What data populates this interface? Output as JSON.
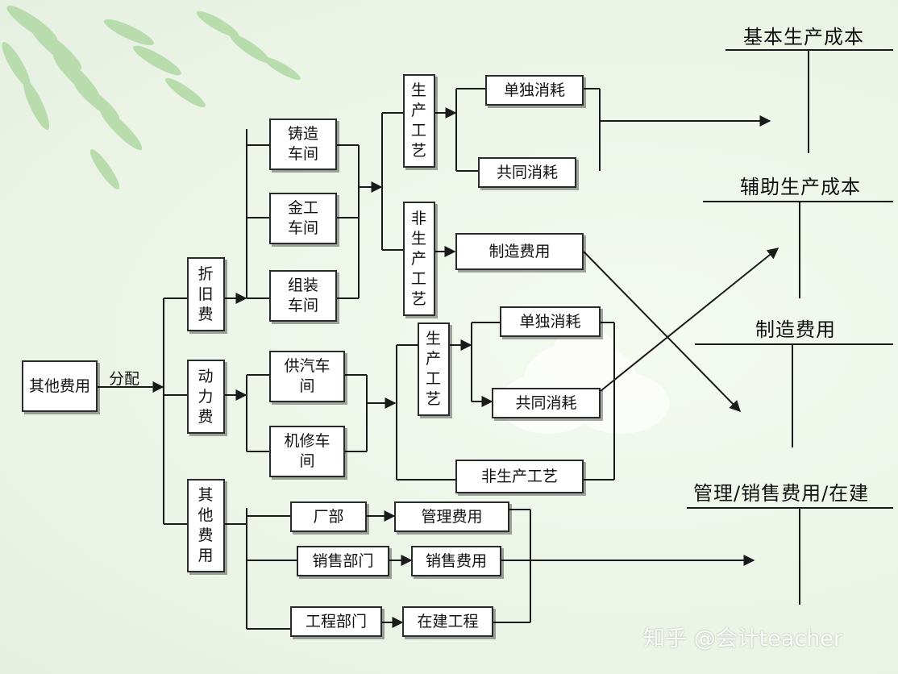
{
  "root": {
    "label": "其他费用"
  },
  "allocate_label": "分配",
  "level1": {
    "depreciation": "折\n旧\n费",
    "power": "动\n力\n费",
    "other": "其\n他\n费\n用"
  },
  "workshops": {
    "casting": "铸造\n车间",
    "machining": "金工\n车间",
    "assembly": "组装\n车间",
    "steam": "供汽车\n间",
    "repair": "机修车\n间"
  },
  "departments": {
    "factory": "厂部",
    "sales": "销售部门",
    "engineering": "工程部门"
  },
  "process": {
    "production_1": "生\n产\n工\n艺",
    "non_production_1": "非\n生\n产\n工\n艺",
    "production_2": "生\n产\n工\n艺",
    "non_production_2": "非生产工艺"
  },
  "consumption": {
    "single_1": "单独消耗",
    "joint_1": "共同消耗",
    "manufacturing_1": "制造费用",
    "single_2": "单独消耗",
    "joint_2": "共同消耗"
  },
  "expenses": {
    "admin": "管理费用",
    "selling": "销售费用",
    "construction": "在建工程"
  },
  "categories": {
    "basic_cost": "基本生产成本",
    "auxiliary_cost": "辅助生产成本",
    "manufacturing_overhead": "制造费用",
    "period_expense": "管理/销售费用/在建"
  },
  "watermark": "知乎 @会计teacher",
  "colors": {
    "line": "#1a1a1a",
    "box_border": "#2b2b2b",
    "leaf": "#9fcf8f"
  }
}
